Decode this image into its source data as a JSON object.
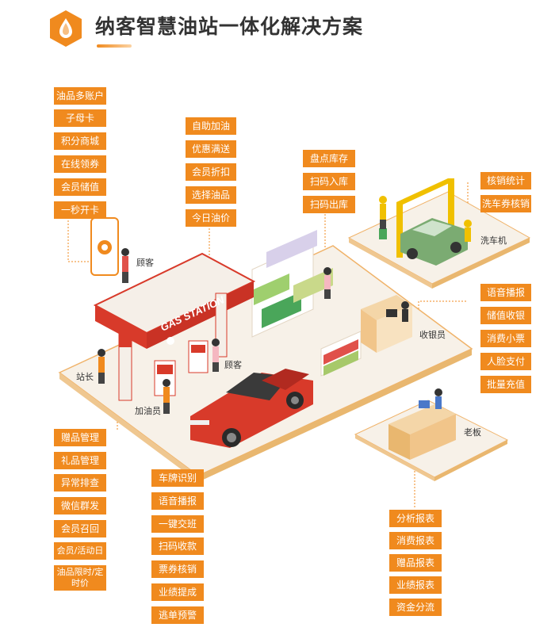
{
  "title": "纳客智慧油站一体化解决方案",
  "colors": {
    "accent": "#f08a1e",
    "platform": "#f4efe7",
    "canopy_red": "#d83a2a"
  },
  "groups": {
    "customer_app": [
      "油品多账户",
      "子母卡",
      "积分商城",
      "在线领券",
      "会员储值",
      "一秒开卡"
    ],
    "pump": [
      "自助加油",
      "优惠满送",
      "会员折扣",
      "选择油品",
      "今日油价"
    ],
    "store": [
      "盘点库存",
      "扫码入库",
      "扫码出库"
    ],
    "carwash": [
      "核销统计",
      "洗车券核销"
    ],
    "cashier": [
      "语音播报",
      "储值收银",
      "消费小票",
      "人脸支付",
      "批量充值"
    ],
    "manager": [
      "赠品管理",
      "礼品管理",
      "异常排查",
      "微信群发",
      "会员召回",
      "会员/活动日",
      "油品限时/定时价"
    ],
    "attendant": [
      "车牌识别",
      "语音播报",
      "一键交班",
      "扫码收款",
      "票券核销",
      "业绩提成",
      "逃单预警"
    ],
    "boss": [
      "分析报表",
      "消费报表",
      "赠品报表",
      "业绩报表",
      "资金分流"
    ]
  },
  "labels": {
    "customer1": "顾客",
    "customer2": "顾客",
    "station_manager": "站长",
    "attendant": "加油员",
    "cashier": "收银员",
    "carwash": "洗车机",
    "boss": "老板",
    "gas_station_sign": "GAS STATION"
  }
}
